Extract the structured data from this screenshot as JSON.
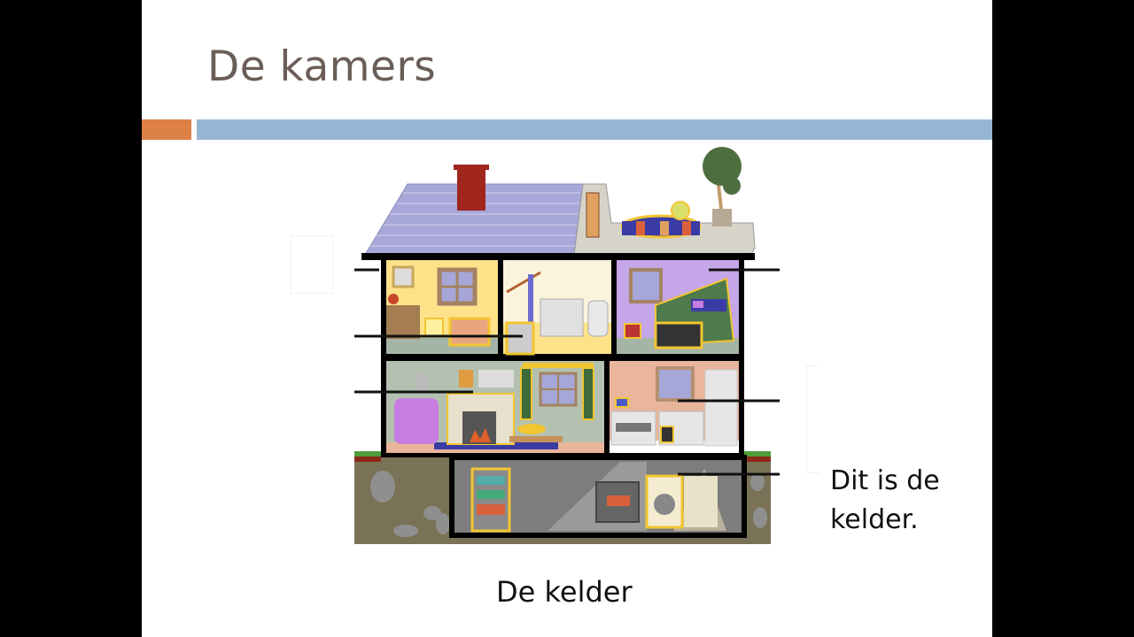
{
  "slide": {
    "title": "De kamers",
    "accent_colors": {
      "orange": "#dd8047",
      "blue": "#94b6d2",
      "title": "#6b5d57"
    },
    "illustration": {
      "description": "Cross-section of a house showing rooms",
      "rooms": [
        {
          "name": "nursery",
          "floor": "upstairs",
          "color": "#fde28a"
        },
        {
          "name": "bathroom",
          "floor": "upstairs",
          "color": "#fbf3dc"
        },
        {
          "name": "bedroom",
          "floor": "upstairs",
          "color": "#c5a6e8"
        },
        {
          "name": "living-room",
          "floor": "ground",
          "color": "#b4c1b0"
        },
        {
          "name": "kitchen",
          "floor": "ground",
          "color": "#e9b59b"
        },
        {
          "name": "basement",
          "floor": "below-ground",
          "color": "#8a8a8a"
        },
        {
          "name": "roof-terrace",
          "floor": "roof",
          "color": "#d9d6cd"
        }
      ]
    },
    "caption_right_line1": "Dit is de",
    "caption_right_line2": "kelder.",
    "caption_bottom": "De kelder"
  }
}
